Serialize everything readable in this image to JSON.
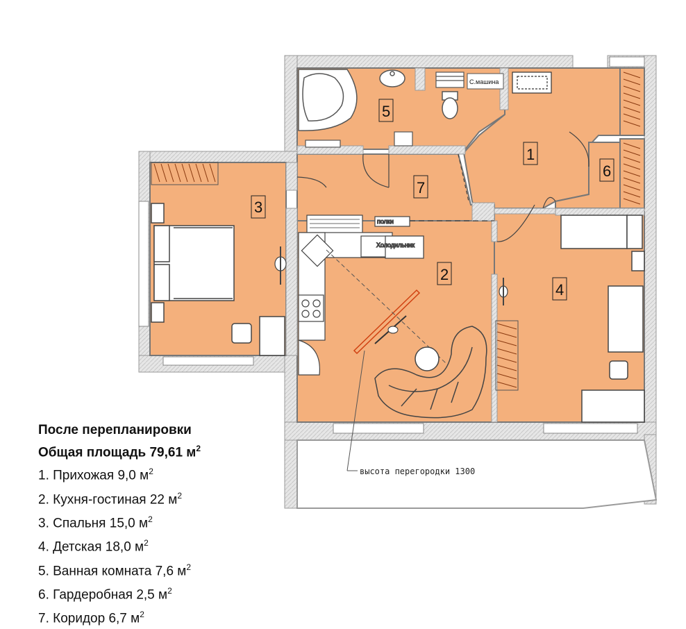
{
  "rooms": {
    "r1": "1",
    "r2": "2",
    "r3": "3",
    "r4": "4",
    "r5": "5",
    "r6": "6",
    "r7": "7"
  },
  "labels": {
    "washer": "С.машина",
    "shelves": "полки",
    "fridge": "Холодильник",
    "partition_note": "высота перегородки 1300"
  },
  "legend": {
    "title1": "После перепланировки",
    "title2": "Общая площадь 79,61 м",
    "items": [
      "1. Прихожая 9,0 м",
      "2. Кухня-гостиная 22 м",
      "3. Спальня 15,0 м",
      "4. Детская  18,0 м",
      "5. Ванная комната 7,6 м",
      "6. Гардеробная 2,5 м",
      "7. Коридор 6,7 м"
    ],
    "sup": "2"
  },
  "colors": {
    "floor": "#F4B07C",
    "wall": "#E4E4E4",
    "wall_edge": "#9A9A9A",
    "partition": "#D04010"
  }
}
